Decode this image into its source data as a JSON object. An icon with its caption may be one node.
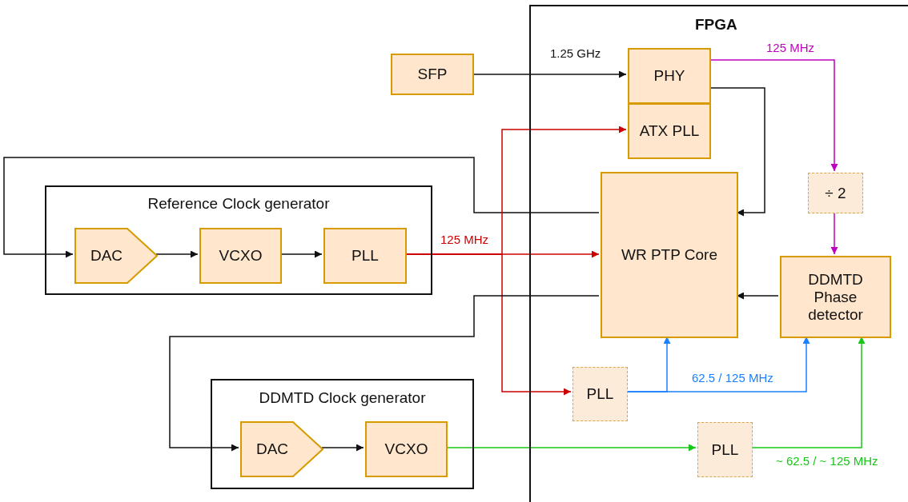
{
  "diagram": {
    "nodes": [
      {
        "text": [
          "FPGA"
        ]
      },
      {
        "text": [
          "SFP"
        ]
      },
      {
        "text": [
          "PHY"
        ],
        "in": 0
      },
      {
        "text": [
          "ATX PLL"
        ],
        "in": 0
      },
      {
        "text": [
          "WR PTP Core"
        ],
        "in": 0
      },
      {
        "text": [
          "÷ 2"
        ],
        "in": 0
      },
      {
        "text": [
          "DDMTD Phase detector"
        ],
        "in": 0
      },
      {
        "text": [
          "PLL"
        ],
        "in": 0
      },
      {
        "text": [
          "PLL"
        ],
        "in": 0
      },
      {
        "text": [
          "Reference Clock generator"
        ]
      },
      {
        "text": [
          "DAC"
        ],
        "in": 9
      },
      {
        "text": [
          "VCXO"
        ],
        "in": 9
      },
      {
        "text": [
          "PLL"
        ],
        "in": 9
      },
      {
        "text": [
          "DDMTD Clock generator"
        ]
      },
      {
        "text": [
          "DAC"
        ],
        "in": 13
      },
      {
        "text": [
          "VCXO"
        ],
        "in": 13
      }
    ],
    "edges": [
      {
        "from": 1,
        "to": 2,
        "arrow": "to",
        "label": "1.25 GHz"
      },
      {
        "from": 2,
        "to": 5,
        "arrow": "to",
        "label": "125 MHz",
        "color": "#c000c0"
      },
      {
        "from": 2,
        "to": 4,
        "arrow": "to"
      },
      {
        "from": 4,
        "to": 10,
        "arrow": "to"
      },
      {
        "from": 12,
        "to": 4,
        "arrow": "to",
        "label": "125 MHz",
        "color": "#cc0000"
      },
      {
        "from": 12,
        "to": 3,
        "arrow": "to",
        "color": "#cc0000"
      },
      {
        "from": 12,
        "to": 7,
        "arrow": "to",
        "color": "#cc0000"
      },
      {
        "from": 5,
        "to": 6,
        "arrow": "to",
        "color": "#c000c0"
      },
      {
        "from": 6,
        "to": 4,
        "arrow": "to"
      },
      {
        "from": 4,
        "to": 14,
        "arrow": "to"
      },
      {
        "from": 10,
        "to": 11,
        "arrow": "to"
      },
      {
        "from": 11,
        "to": 12,
        "arrow": "to"
      },
      {
        "from": 14,
        "to": 15,
        "arrow": "to"
      },
      {
        "from": 15,
        "to": 8,
        "arrow": "to",
        "color": "#17c717"
      },
      {
        "from": 8,
        "to": 6,
        "arrow": "to",
        "label": "~ 62.5 / ~ 125 MHz",
        "color": "#17c717"
      },
      {
        "from": 7,
        "to": 4,
        "arrow": "to",
        "color": "#1a80ff"
      },
      {
        "from": 7,
        "to": 6,
        "arrow": "to",
        "label": "62.5 / 125 MHz",
        "color": "#1a80ff"
      }
    ]
  }
}
